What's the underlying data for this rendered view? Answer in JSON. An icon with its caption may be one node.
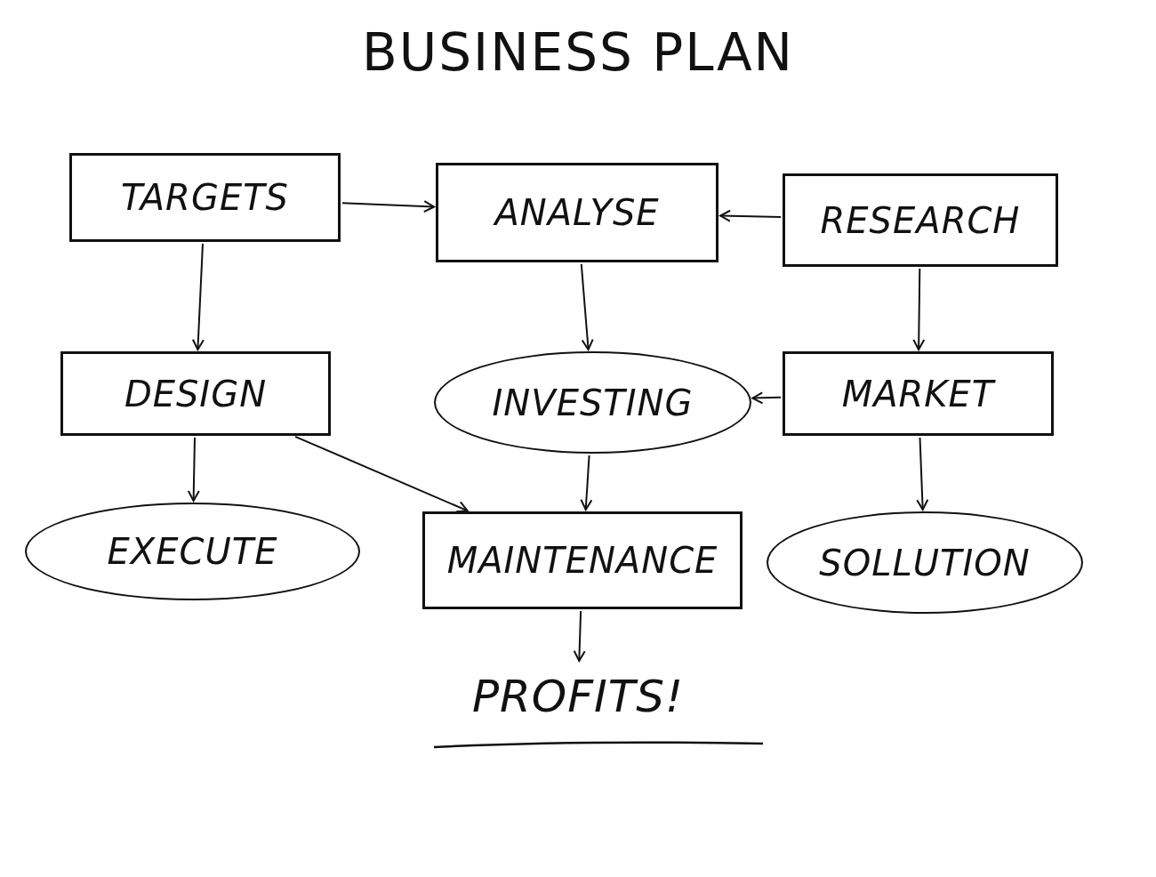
{
  "diagram": {
    "title": "BUSINESS PLAN",
    "nodes": [
      {
        "text": [
          "TARGETS"
        ]
      },
      {
        "text": [
          "ANALYSE"
        ]
      },
      {
        "text": [
          "RESEARCH"
        ]
      },
      {
        "text": [
          "DESIGN"
        ]
      },
      {
        "text": [
          "INVESTING"
        ]
      },
      {
        "text": [
          "MARKET"
        ]
      },
      {
        "text": [
          "EXECUTE"
        ]
      },
      {
        "text": [
          "MAINTENANCE"
        ]
      },
      {
        "text": [
          "SOLLUTION"
        ]
      },
      {
        "text": [
          "PROFITS!"
        ]
      }
    ],
    "edges": [
      {
        "from": 0,
        "to": 1,
        "arrow": "to"
      },
      {
        "from": 2,
        "to": 1,
        "arrow": "to"
      },
      {
        "from": 0,
        "to": 3,
        "arrow": "to"
      },
      {
        "from": 1,
        "to": 4,
        "arrow": "to"
      },
      {
        "from": 2,
        "to": 5,
        "arrow": "to"
      },
      {
        "from": 5,
        "to": 4,
        "arrow": "to"
      },
      {
        "from": 3,
        "to": 6,
        "arrow": "to"
      },
      {
        "from": 3,
        "to": 7,
        "arrow": "to"
      },
      {
        "from": 4,
        "to": 7,
        "arrow": "to"
      },
      {
        "from": 5,
        "to": 8,
        "arrow": "to"
      },
      {
        "from": 7,
        "to": 9,
        "arrow": "to"
      }
    ]
  }
}
